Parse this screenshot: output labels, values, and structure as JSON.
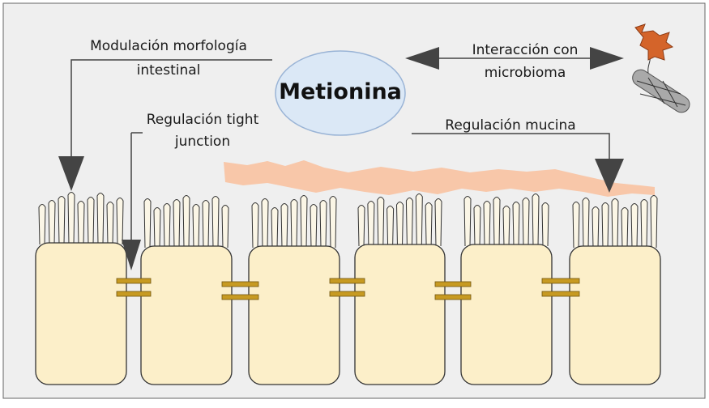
{
  "center": {
    "label": "Metionina"
  },
  "labels": {
    "morphology_line1": "Modulación morfología",
    "morphology_line2": "intestinal",
    "microbiome_line1": "Interacción con",
    "microbiome_line2": "microbioma",
    "tight_line1": "Regulación tight",
    "tight_line2": "junction",
    "mucin": "Regulación mucina"
  },
  "colors": {
    "panel_bg": "#efefef",
    "cell_fill": "#fcefc9",
    "microvilli_fill": "#fbf6e6",
    "mucus": "#f8c4a4",
    "junction": "#c79a22",
    "ellipse_fill": "#dbe8f6",
    "ellipse_stroke": "#9ab4d6",
    "bacteria_orange": "#d4642a",
    "bacteria_gray": "#a9a9a9",
    "arrow": "#444444"
  }
}
